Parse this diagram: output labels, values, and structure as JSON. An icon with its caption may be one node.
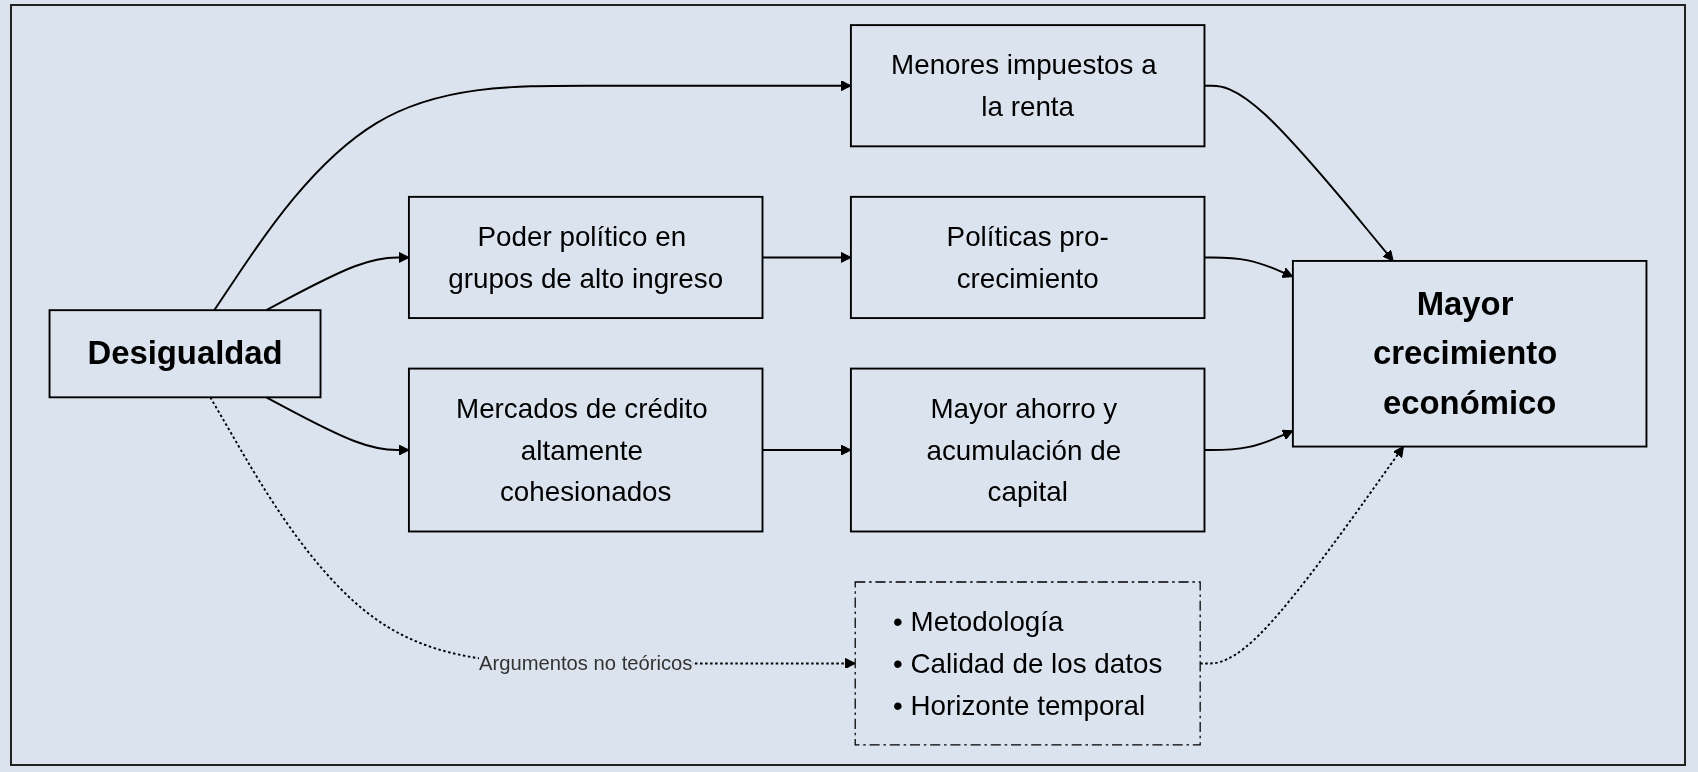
{
  "diagram": {
    "nodes": [
      {
        "text": [
          "Desigualdad"
        ]
      },
      {
        "text": [
          "Menores impuestos a la renta"
        ]
      },
      {
        "text": [
          "Poder político en grupos de alto ingreso"
        ]
      },
      {
        "text": [
          "Políticas pro-crecimiento"
        ]
      },
      {
        "text": [
          "Mercados de crédito altamente cohesionados"
        ]
      },
      {
        "text": [
          "Mayor ahorro y acumulación de capital"
        ]
      },
      {
        "text": [
          "Mayor crecimiento económico"
        ]
      },
      {
        "text": [
          "• Metodología",
          "• Calidad de los datos",
          "• Horizonte temporal"
        ]
      }
    ],
    "edges": [
      {
        "from": 0,
        "to": 1,
        "arrow": "to"
      },
      {
        "from": 0,
        "to": 2,
        "arrow": "to"
      },
      {
        "from": 0,
        "to": 4,
        "arrow": "to"
      },
      {
        "from": 0,
        "to": 7,
        "arrow": "to",
        "label": "Argumentos no teóricos",
        "style": "dashed"
      },
      {
        "from": 1,
        "to": 6,
        "arrow": "to"
      },
      {
        "from": 2,
        "to": 3,
        "arrow": "to"
      },
      {
        "from": 3,
        "to": 6,
        "arrow": "to"
      },
      {
        "from": 4,
        "to": 5,
        "arrow": "to"
      },
      {
        "from": 5,
        "to": 6,
        "arrow": "to"
      },
      {
        "from": 7,
        "to": 6,
        "arrow": "to",
        "style": "dashed"
      }
    ]
  }
}
